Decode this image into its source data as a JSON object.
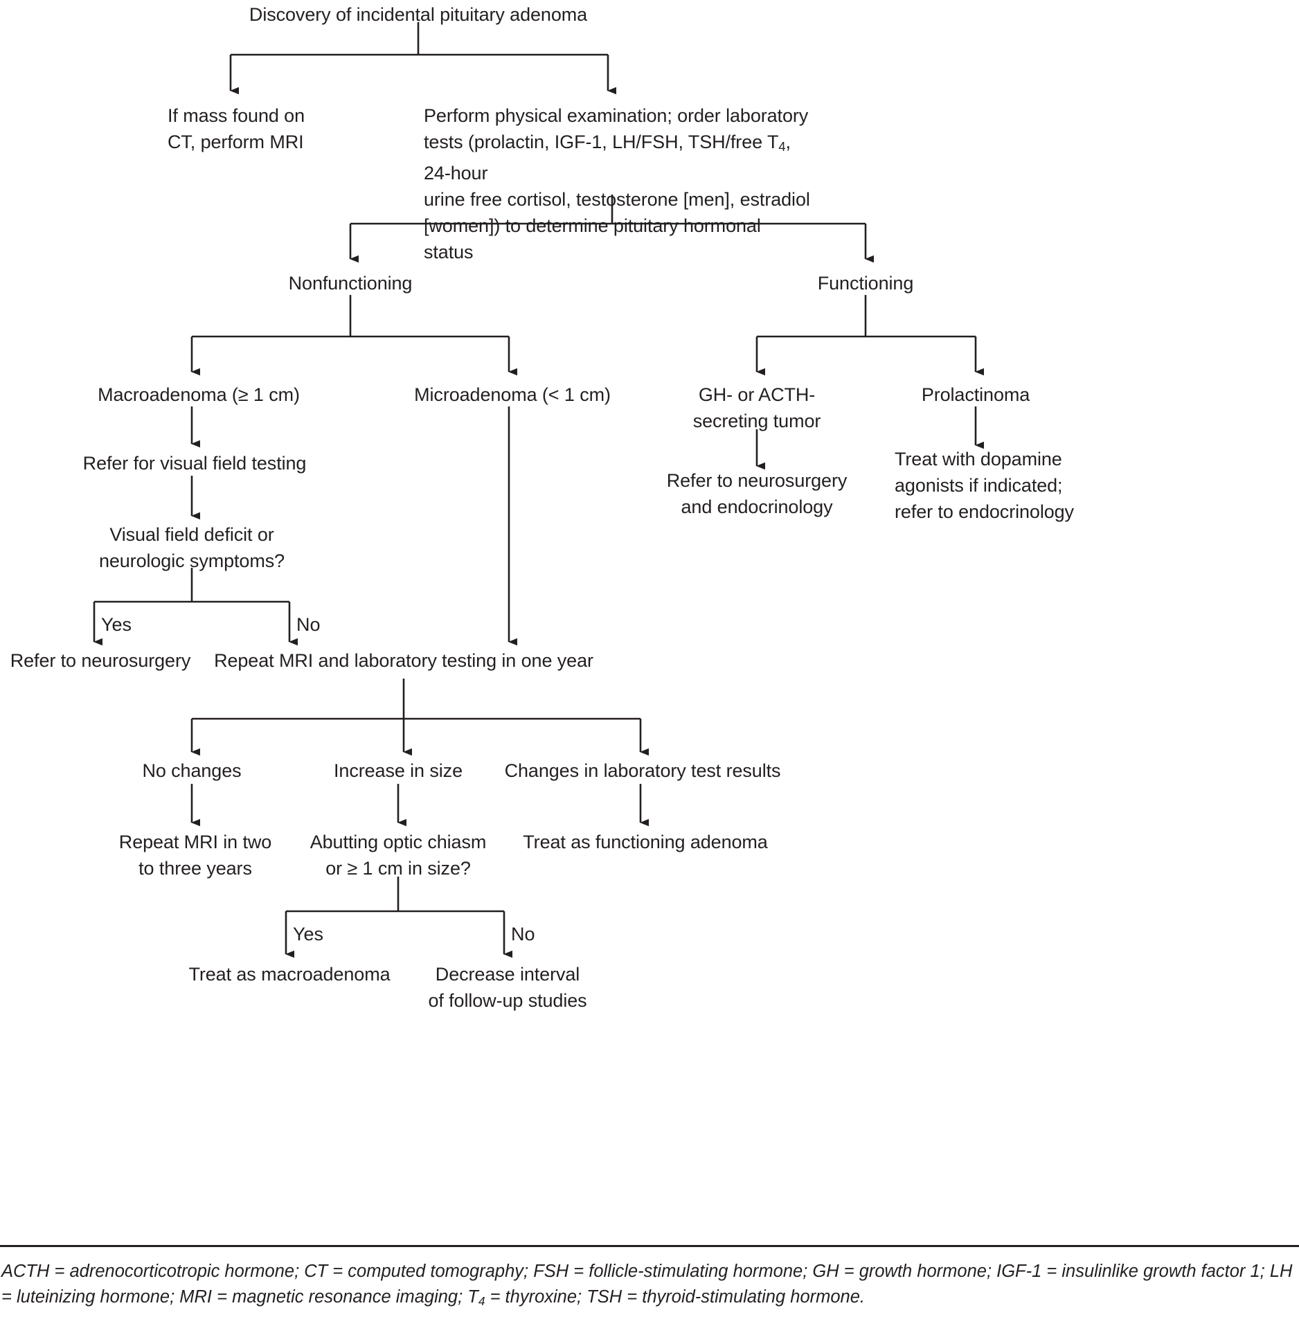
{
  "chart_data": {
    "type": "diagram",
    "title": "Discovery of incidental pituitary adenoma",
    "diagram_kind": "clinical decision flowchart"
  },
  "nodes": {
    "root": "Discovery of incidental pituitary adenoma",
    "ct_mri": "If mass found on\nCT, perform MRI",
    "workup_line1": "Perform physical examination; order laboratory",
    "workup_line2a": "tests (prolactin, IGF-1, LH/FSH, TSH/free T",
    "workup_line2sub": "4",
    "workup_line2b": ", 24-hour",
    "workup_line3": "urine free cortisol, testosterone [men], estradiol",
    "workup_line4": "[women]) to determine pituitary hormonal status",
    "nonfunctioning": "Nonfunctioning",
    "functioning": "Functioning",
    "macroadenoma": "Macroadenoma (≥ 1 cm)",
    "microadenoma": "Microadenoma (< 1 cm)",
    "gh_acth": "GH- or ACTH-\nsecreting tumor",
    "prolactinoma": "Prolactinoma",
    "refer_visual_field": "Refer for visual field testing",
    "refer_neurosurg_endo": "Refer to neurosurgery\nand endocrinology",
    "treat_dopamine": "Treat with dopamine\nagonists if indicated;\nrefer to endocrinology",
    "visual_deficit_q": "Visual field deficit or\nneurologic symptoms?",
    "refer_neurosurgery": "Refer to neurosurgery",
    "repeat_mri_one_year": "Repeat MRI and laboratory testing in one year",
    "no_changes": "No changes",
    "increase_in_size": "Increase in size",
    "changes_in_labs": "Changes in laboratory test results",
    "repeat_mri_two_three": "Repeat MRI in two\nto three years",
    "abutting_q": "Abutting optic chiasm\nor ≥ 1 cm in size?",
    "treat_as_functioning": "Treat as functioning adenoma",
    "treat_as_macroadenoma": "Treat as macroadenoma",
    "decrease_interval": "Decrease interval\nof follow-up studies"
  },
  "edge_labels": {
    "yes_upper": "Yes",
    "no_upper": "No",
    "yes_lower": "Yes",
    "no_lower": "No"
  },
  "footnote": {
    "part1": "ACTH = adrenocorticotropic hormone; CT = computed tomography; FSH = follicle-stimulating hormone; GH = growth hormone; IGF-1 = insulinlike growth factor 1; LH = luteinizing hormone; MRI = magnetic resonance imaging; T",
    "sub": "4",
    "part2": " = thyroxine; TSH = thyroid-stimulating hormone."
  },
  "style": {
    "line_color": "#231f20",
    "text_color": "#231f20",
    "background": "#ffffff"
  }
}
